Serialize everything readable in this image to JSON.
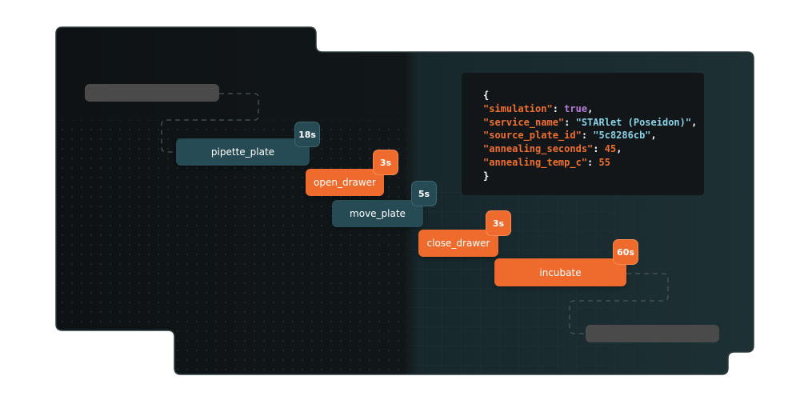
{
  "workflow": {
    "steps": [
      {
        "name": "pipette_plate",
        "duration": "18s",
        "style": "teal"
      },
      {
        "name": "open_drawer",
        "duration": "3s",
        "style": "orange"
      },
      {
        "name": "move_plate",
        "duration": "5s",
        "style": "teal"
      },
      {
        "name": "close_drawer",
        "duration": "3s",
        "style": "orange"
      },
      {
        "name": "incubate",
        "duration": "60s",
        "style": "orange"
      }
    ]
  },
  "config": {
    "open_brace": "{",
    "close_brace": "}",
    "entries": [
      {
        "key": "\"simulation\"",
        "value": "true",
        "type": "bool",
        "sep": ","
      },
      {
        "key": "\"service_name\"",
        "value": "\"STARlet (Poseidon)\"",
        "type": "string",
        "sep": ","
      },
      {
        "key": "\"source_plate_id\"",
        "value": "\"5c8286cb\"",
        "type": "string",
        "sep": ","
      },
      {
        "key": "\"annealing_seconds\"",
        "value": "45",
        "type": "number",
        "sep": ","
      },
      {
        "key": "\"annealing_temp_c\"",
        "value": "55",
        "type": "number",
        "sep": ""
      }
    ]
  },
  "colors": {
    "orange": "#ee6b2d",
    "teal": "#264b55",
    "panel_dark": "#101416",
    "panel_teal": "#1b2a2e"
  }
}
